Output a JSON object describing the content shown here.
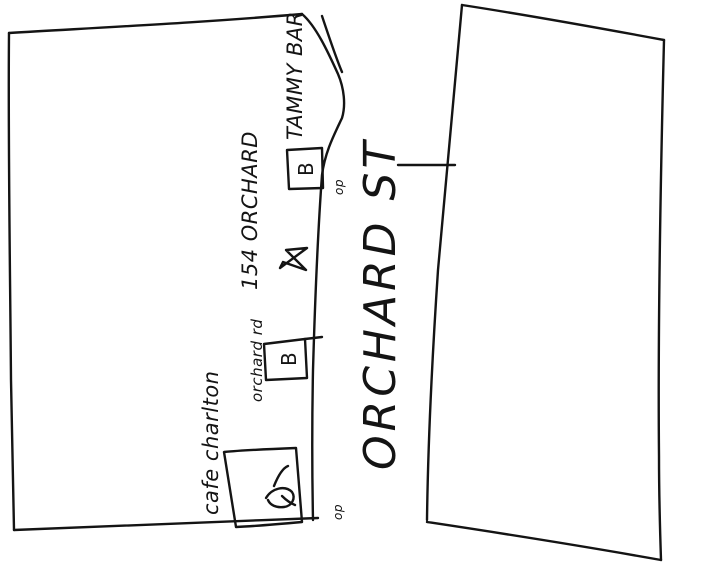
{
  "map": {
    "street_label": "ORCHARD ST",
    "places": [
      {
        "id": "cafe",
        "label": "cafe charlton"
      },
      {
        "id": "orchard-rd",
        "label": "orchard rd"
      },
      {
        "id": "154-orchard",
        "label": "154 ORCHARD"
      },
      {
        "id": "tammy-bar",
        "label": "TAMMY BAR"
      }
    ],
    "box_markers": [
      {
        "id": "bus-stop-1",
        "label": "B"
      },
      {
        "id": "bus-stop-2",
        "label": "B"
      }
    ],
    "small_labels": [
      {
        "id": "op-1",
        "label": "op"
      },
      {
        "id": "op-2",
        "label": "op"
      }
    ]
  }
}
